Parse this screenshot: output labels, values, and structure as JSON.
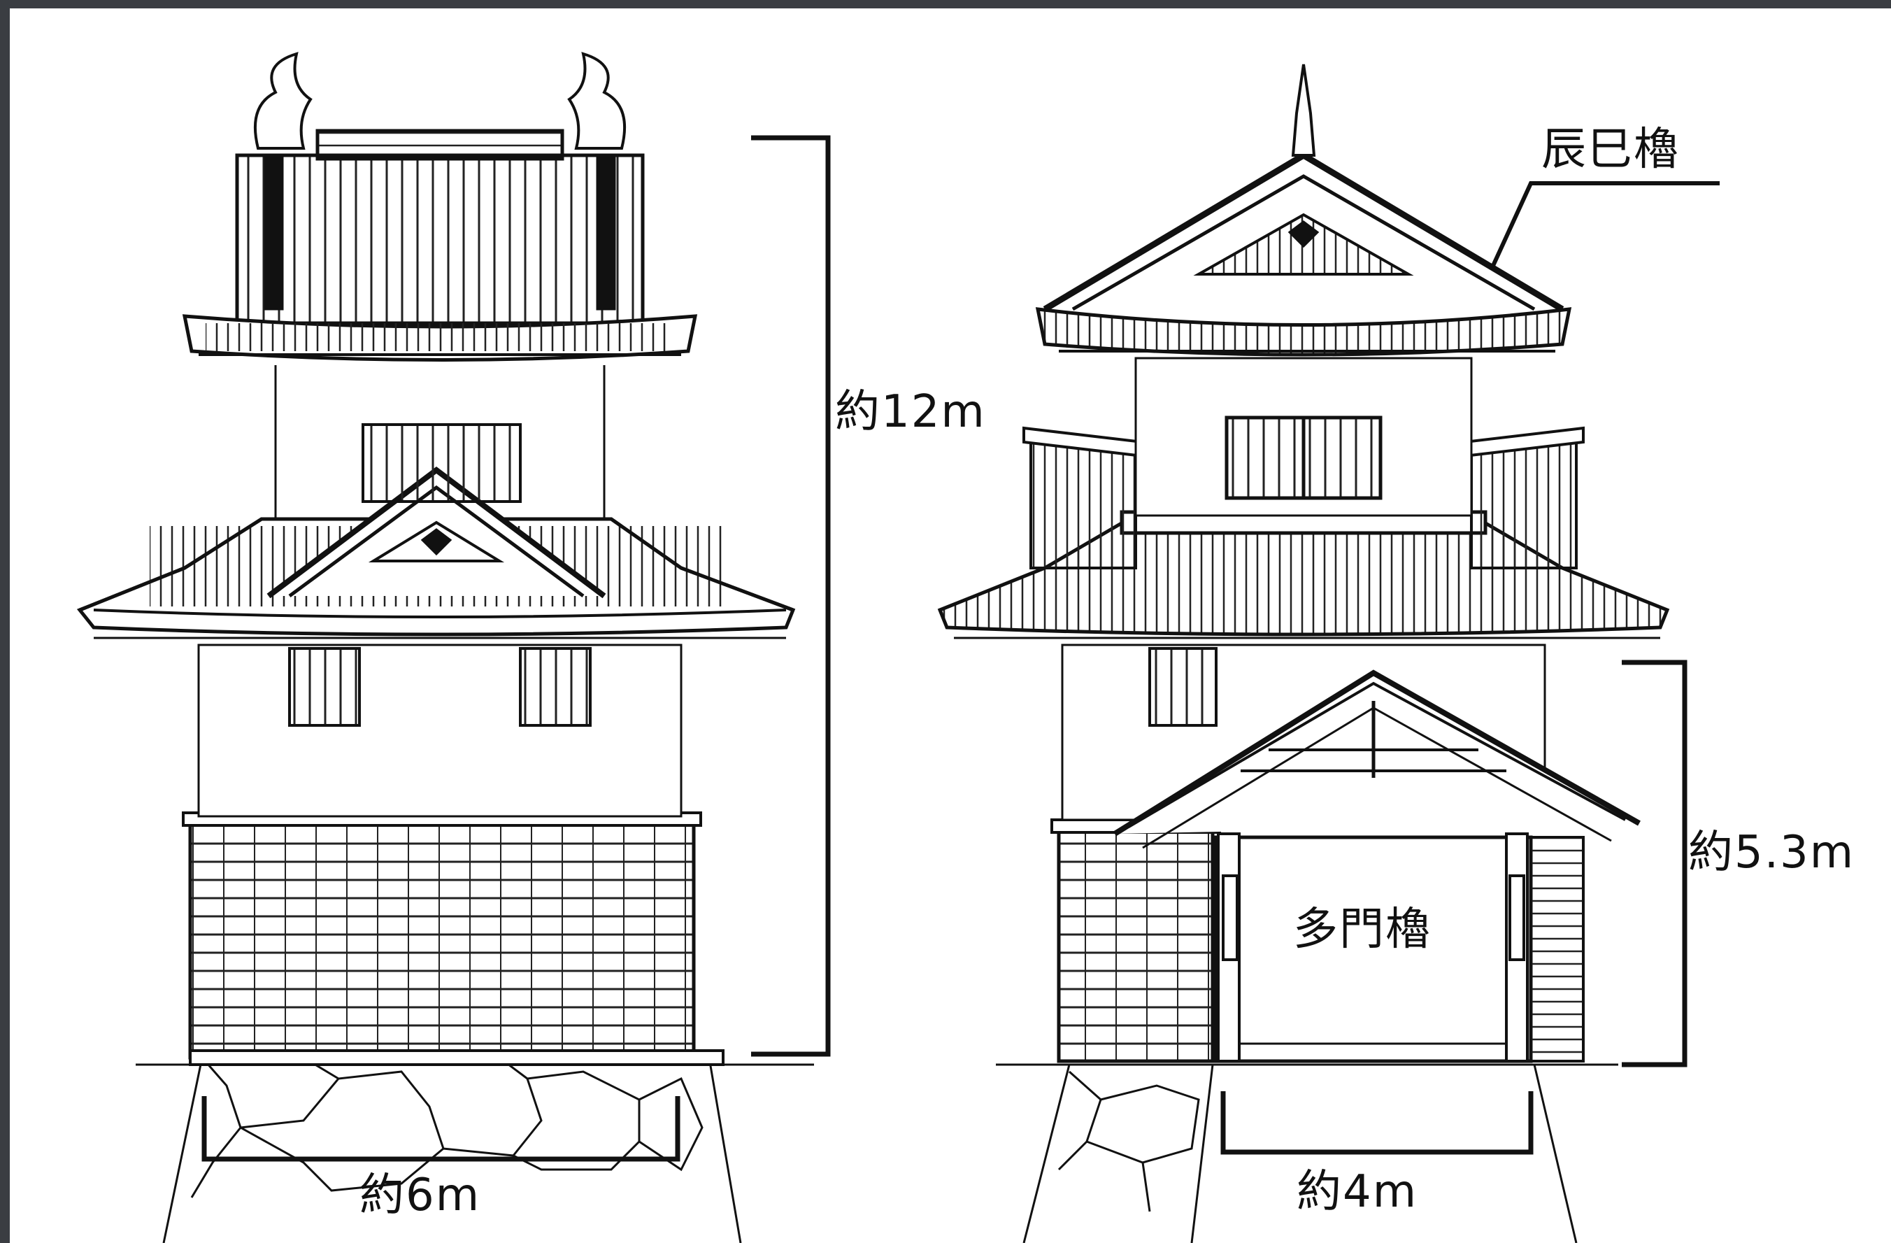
{
  "labels": {
    "height_left": "約12m",
    "width_left": "約6m",
    "tatsumi_yagura": "辰巳櫓",
    "height_right": "約5.3m",
    "tamon_yagura": "多門櫓",
    "width_right": "約4m"
  },
  "colors": {
    "background_border": "#3a3d42",
    "paper": "#ffffff",
    "ink": "#111111"
  }
}
